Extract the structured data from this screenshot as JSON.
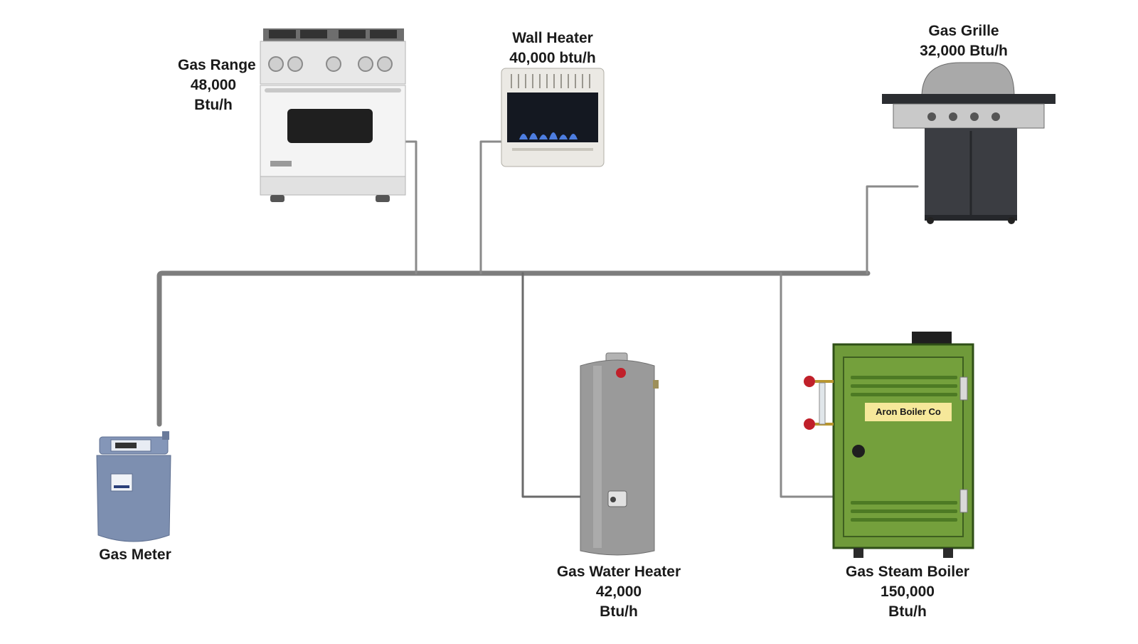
{
  "colors": {
    "pipe": "#7d7d7d",
    "range_body": "#f2f2f2",
    "grill_body": "#3b3d42",
    "water_heater": "#9a9a9a",
    "boiler_green": "#6f9a3a",
    "boiler_dark": "#2f4f17",
    "meter_blue": "#7d8fb0",
    "valve_red": "#c0202a"
  },
  "appliances": {
    "gas_range": {
      "name": "Gas Range",
      "rating_value": "48,000",
      "rating_unit": "Btu/h",
      "icon": "gas-range-icon"
    },
    "wall_heater": {
      "name": "Wall Heater",
      "rating": "40,000 btu/h",
      "icon": "wall-heater-icon"
    },
    "gas_grille": {
      "name": "Gas Grille",
      "rating": "32,000 Btu/h",
      "icon": "gas-grill-icon"
    },
    "gas_meter": {
      "name": "Gas Meter",
      "icon": "gas-meter-icon"
    },
    "gas_water_heater": {
      "name": "Gas Water Heater",
      "rating_value": "42,000",
      "rating_unit": "Btu/h",
      "icon": "water-heater-icon"
    },
    "gas_steam_boiler": {
      "name": "Gas Steam Boiler",
      "rating_value": "150,000",
      "rating_unit": "Btu/h",
      "icon": "steam-boiler-icon",
      "nameplate": "Aron Boiler Co"
    }
  }
}
